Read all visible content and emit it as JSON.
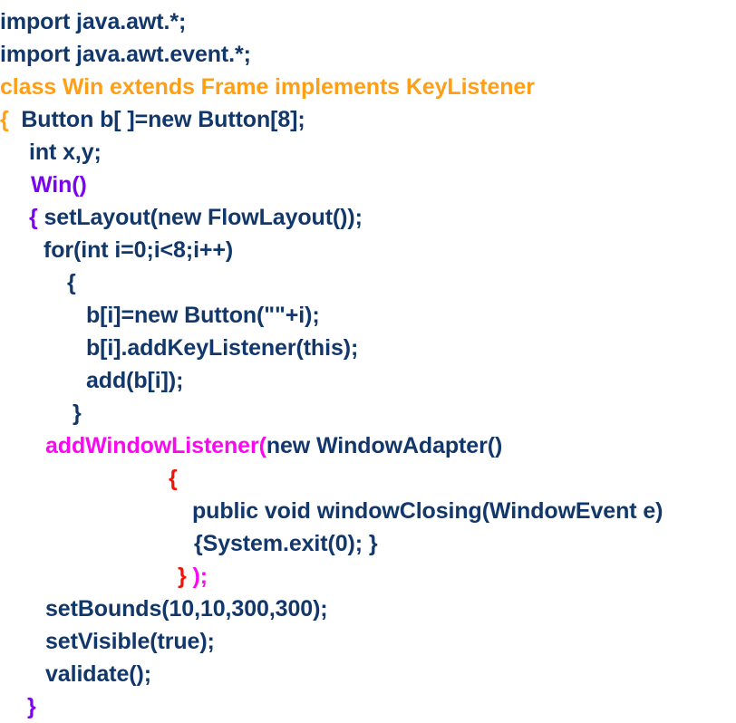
{
  "document": {
    "kind": "source-code-listing",
    "language": "Java",
    "background_color": "#ffffff"
  },
  "palette": {
    "navy": "#12376b",
    "orange": "#ff9f15",
    "purple": "#7b04f0",
    "magenta": "#fb08f3",
    "red": "#ef1406"
  },
  "code": {
    "lines": [
      {
        "indent": 0,
        "tokens": [
          {
            "text": "import java.awt.*;",
            "color": "navy"
          }
        ]
      },
      {
        "indent": 0,
        "tokens": [
          {
            "text": "import java.awt.event.*;",
            "color": "navy"
          }
        ]
      },
      {
        "indent": 0,
        "tokens": [
          {
            "text": "class Win extends Frame implements KeyListener",
            "color": "orange"
          }
        ]
      },
      {
        "indent": 0,
        "tokens": [
          {
            "text": "{",
            "color": "orange"
          },
          {
            "text": "  Button b[ ]=new Button[8];",
            "color": "navy"
          }
        ]
      },
      {
        "indent": 32,
        "tokens": [
          {
            "text": "int x,y;",
            "color": "navy"
          }
        ]
      },
      {
        "indent": 34,
        "tokens": [
          {
            "text": "Win()",
            "color": "purple"
          }
        ]
      },
      {
        "indent": 32,
        "tokens": [
          {
            "text": "{",
            "color": "purple"
          },
          {
            "text": " setLayout(new FlowLayout());",
            "color": "navy"
          }
        ]
      },
      {
        "indent": 48,
        "tokens": [
          {
            "text": "for(int i=0;i<8;i++)",
            "color": "navy"
          }
        ]
      },
      {
        "indent": 74,
        "tokens": [
          {
            "text": "{",
            "color": "navy"
          }
        ]
      },
      {
        "indent": 95,
        "tokens": [
          {
            "text": "b[i]=new Button(\"\"+i);",
            "color": "navy"
          }
        ]
      },
      {
        "indent": 95,
        "tokens": [
          {
            "text": "b[i].addKeyListener(this);",
            "color": "navy"
          }
        ]
      },
      {
        "indent": 95,
        "tokens": [
          {
            "text": "add(b[i]);",
            "color": "navy"
          }
        ]
      },
      {
        "indent": 80,
        "tokens": [
          {
            "text": "}",
            "color": "navy"
          }
        ]
      },
      {
        "indent": 50,
        "tokens": [
          {
            "text": "addWindowListener(",
            "color": "magenta"
          },
          {
            "text": "new WindowAdapter()",
            "color": "navy"
          }
        ]
      },
      {
        "indent": 186,
        "tokens": [
          {
            "text": "{",
            "color": "red"
          }
        ]
      },
      {
        "indent": 212,
        "tokens": [
          {
            "text": "public void windowClosing(WindowEvent e)",
            "color": "navy"
          }
        ]
      },
      {
        "indent": 214,
        "tokens": [
          {
            "text": "{System.exit(0); }",
            "color": "navy"
          }
        ]
      },
      {
        "indent": 196,
        "tokens": [
          {
            "text": "}",
            "color": "red"
          },
          {
            "text": " ",
            "color": "navy"
          },
          {
            "text": ");",
            "color": "magenta"
          }
        ]
      },
      {
        "indent": 50,
        "tokens": [
          {
            "text": "setBounds(10,10,300,300);",
            "color": "navy"
          }
        ]
      },
      {
        "indent": 50,
        "tokens": [
          {
            "text": "setVisible(true);",
            "color": "navy"
          }
        ]
      },
      {
        "indent": 50,
        "tokens": [
          {
            "text": "validate();",
            "color": "navy"
          }
        ]
      },
      {
        "indent": 30,
        "tokens": [
          {
            "text": "}",
            "color": "purple"
          }
        ]
      }
    ]
  }
}
